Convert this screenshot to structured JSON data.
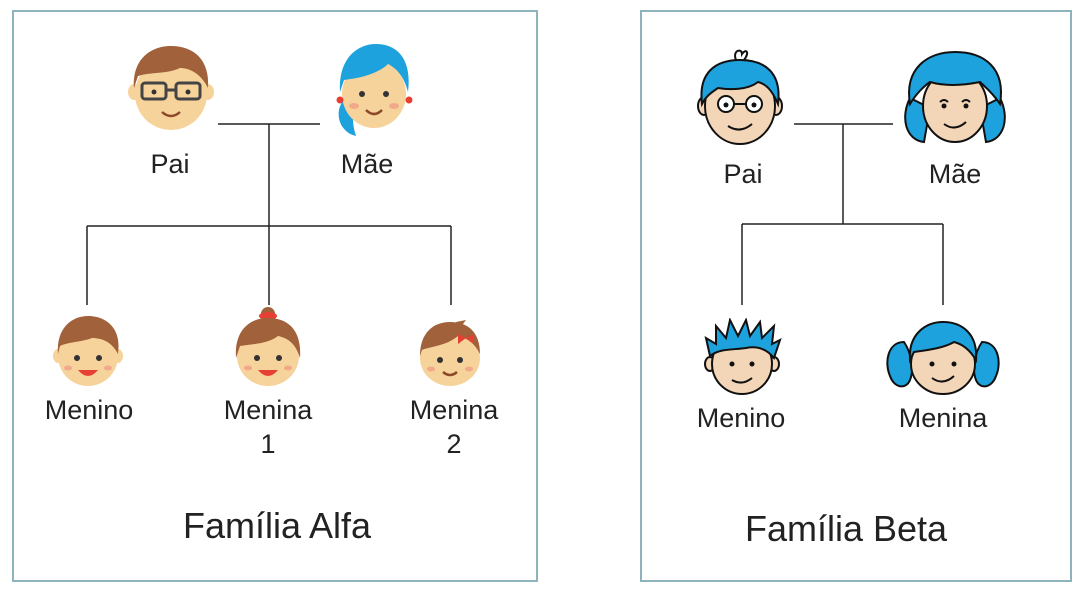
{
  "colors": {
    "panel_border": "#8db3bd",
    "line": "#222222",
    "skin_alfa": "#f7d39c",
    "hair_brown": "#a0613b",
    "hair_blue": "#1ea2dd",
    "skin_beta": "#f3d5b8",
    "accent_red": "#e64035"
  },
  "families": [
    {
      "caption": "Família Alfa",
      "parents": [
        {
          "label": "Pai",
          "icon": "father-glasses-face-icon"
        },
        {
          "label": "Mãe",
          "icon": "mother-blue-hair-face-icon"
        }
      ],
      "children": [
        {
          "label": "Menino",
          "label_line2": "",
          "icon": "boy-face-icon"
        },
        {
          "label": "Menina",
          "label_line2": "1",
          "icon": "girl-bun-face-icon"
        },
        {
          "label": "Menina",
          "label_line2": "2",
          "icon": "girl-bow-face-icon"
        }
      ]
    },
    {
      "caption": "Família Beta",
      "parents": [
        {
          "label": "Pai",
          "icon": "father-sketch-face-icon"
        },
        {
          "label": "Mãe",
          "icon": "mother-sketch-face-icon"
        }
      ],
      "children": [
        {
          "label": "Menino",
          "label_line2": "",
          "icon": "boy-spiky-face-icon"
        },
        {
          "label": "Menina",
          "label_line2": "",
          "icon": "girl-pigtails-face-icon"
        }
      ]
    }
  ]
}
